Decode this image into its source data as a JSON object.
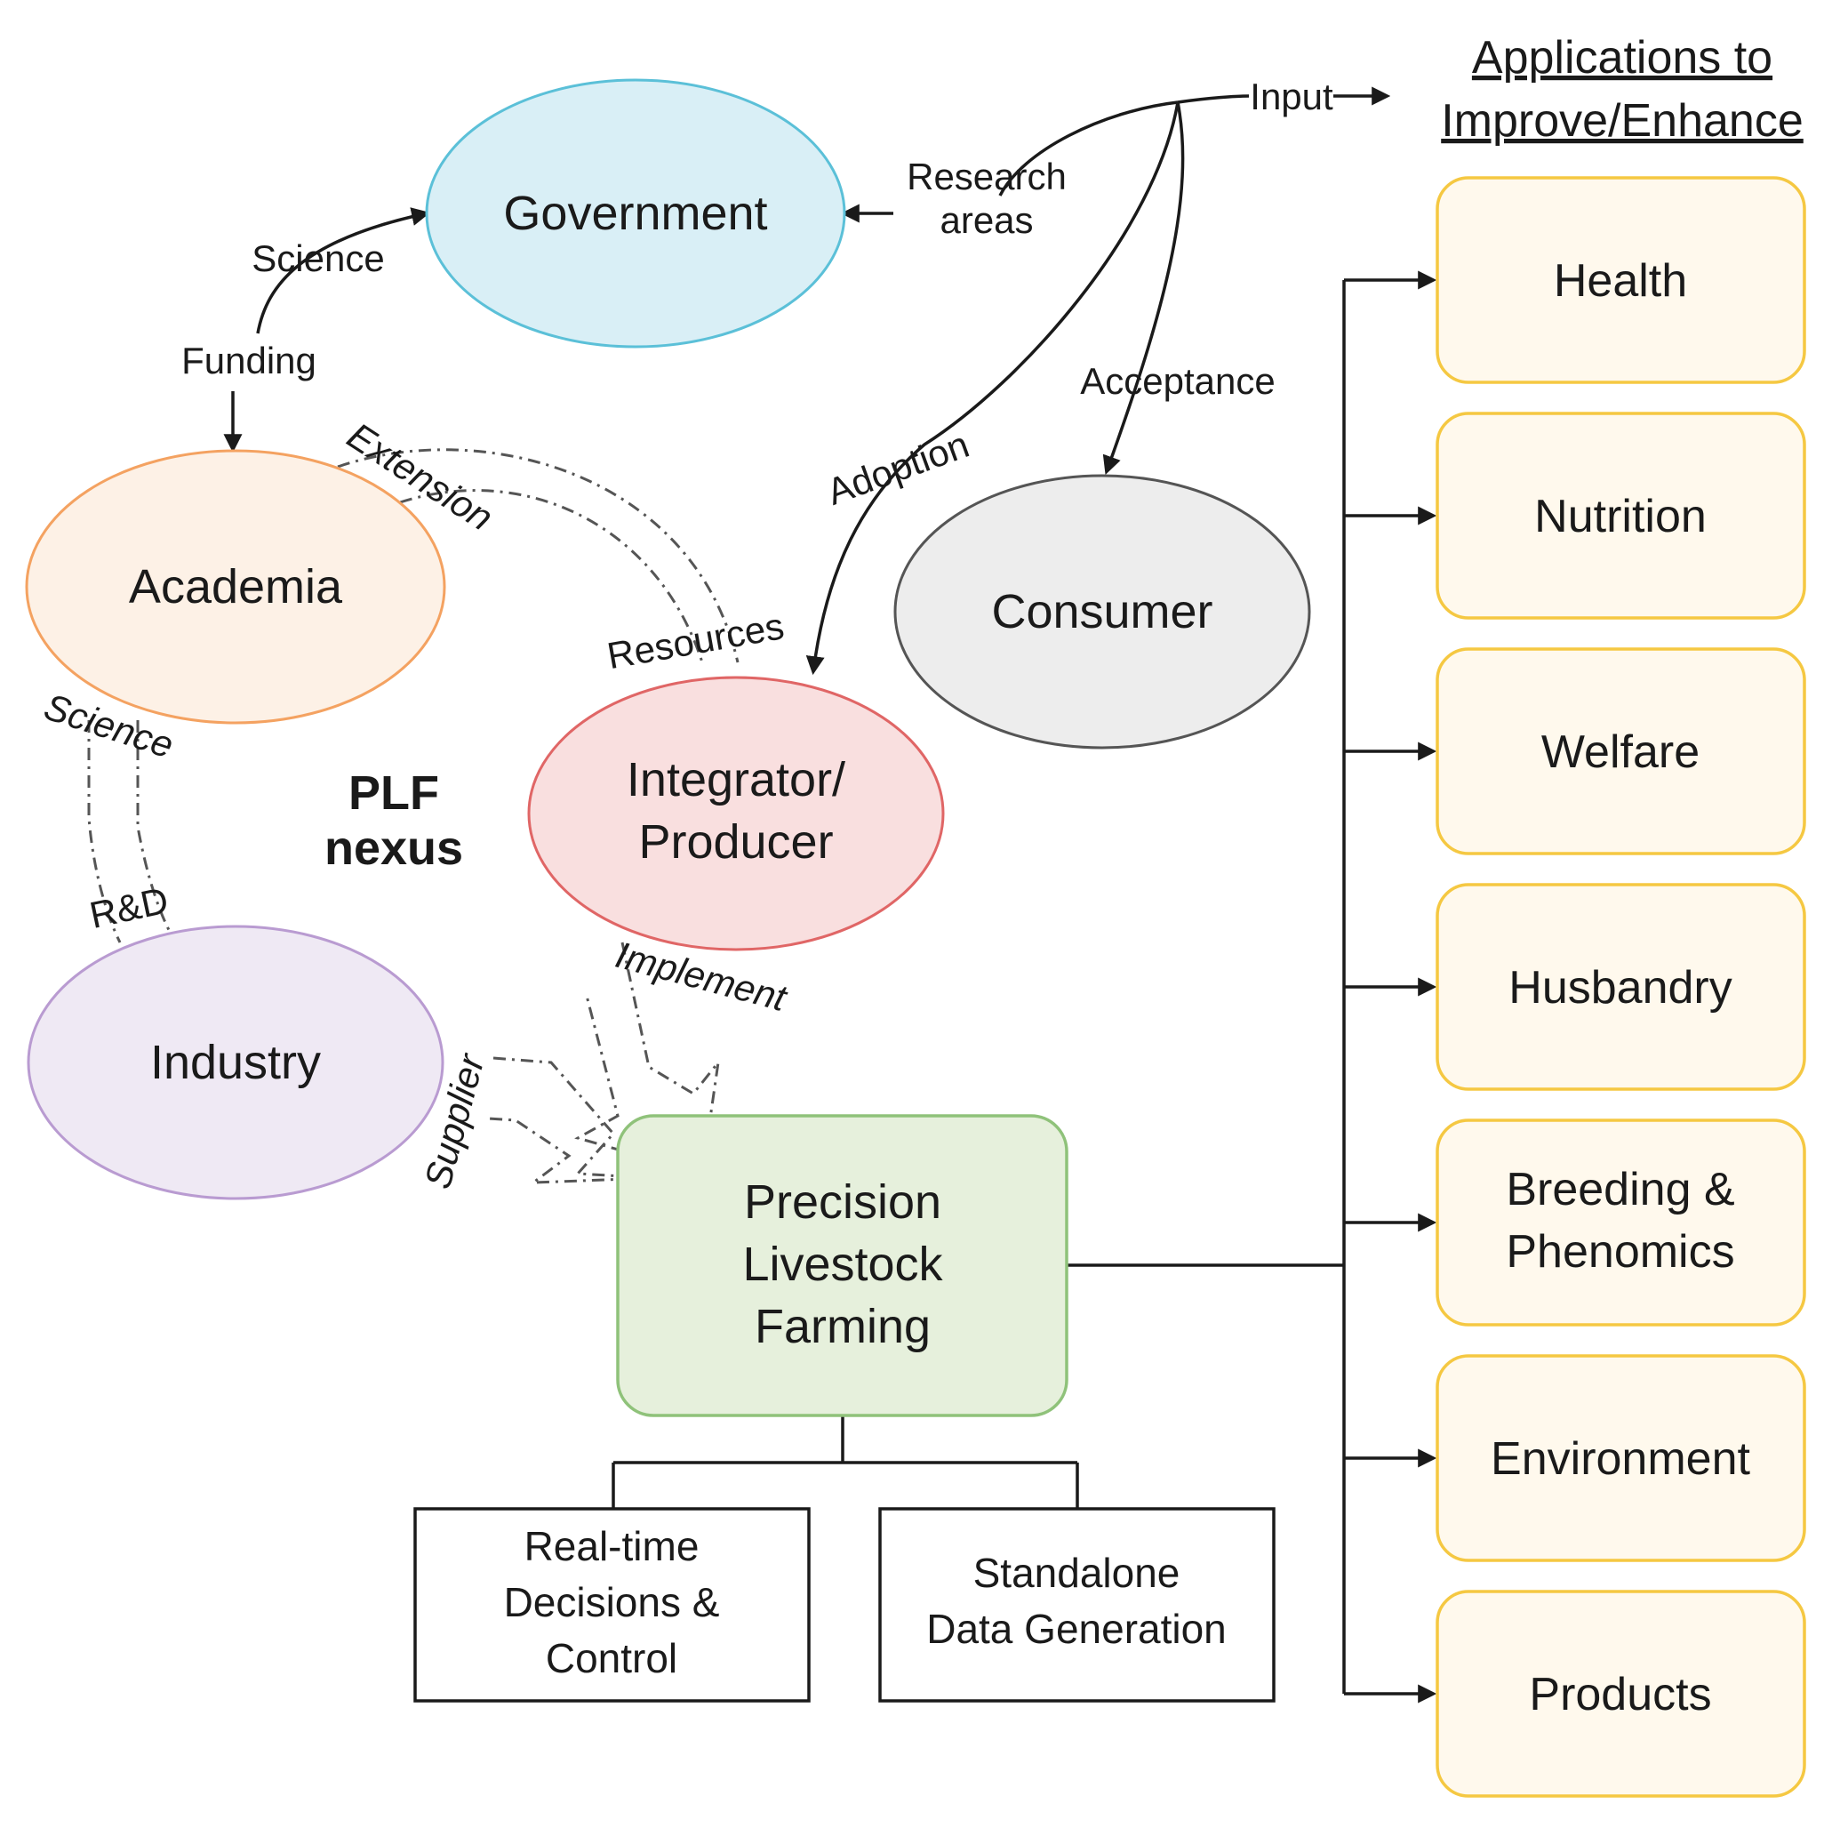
{
  "nodes": {
    "government": "Government",
    "academia": "Academia",
    "industry": "Industry",
    "consumer": "Consumer",
    "integrator_line1": "Integrator/",
    "integrator_line2": "Producer"
  },
  "nexus": {
    "line1": "PLF",
    "line2": "nexus"
  },
  "plf_box": {
    "line1": "Precision",
    "line2": "Livestock",
    "line3": "Farming"
  },
  "outputs": {
    "realtime_line1": "Real-time",
    "realtime_line2": "Decisions &",
    "realtime_line3": "Control",
    "standalone_line1": "Standalone",
    "standalone_line2": "Data Generation"
  },
  "edge_labels": {
    "science_top": "Science",
    "funding": "Funding",
    "research_line1": "Research",
    "research_line2": "areas",
    "input": "Input",
    "acceptance": "Acceptance",
    "adoption": "Adoption",
    "extension": "Extension",
    "resources": "Resources",
    "science_left": "Science",
    "rnd": "R&D",
    "implement": "Implement",
    "supplier": "Supplier"
  },
  "applications": {
    "title_line1": "Applications to",
    "title_line2": "Improve/Enhance",
    "items": {
      "health": "Health",
      "nutrition": "Nutrition",
      "welfare": "Welfare",
      "husbandry": "Husbandry",
      "breeding_line1": "Breeding &",
      "breeding_line2": "Phenomics",
      "environment": "Environment",
      "products": "Products"
    }
  },
  "colors": {
    "government": "#d9eff6",
    "government_stroke": "#5bc0d8",
    "academia": "#fdf1e6",
    "academia_stroke": "#f4a261",
    "industry": "#efe9f4",
    "industry_stroke": "#b99bd1",
    "consumer": "#ededed",
    "consumer_stroke": "#555555",
    "integrator": "#f9dfdf",
    "integrator_stroke": "#e06666",
    "plf": "#e6f0dc",
    "plf_stroke": "#8fc27a",
    "app": "#fff9ed",
    "app_stroke": "#f5c842"
  }
}
